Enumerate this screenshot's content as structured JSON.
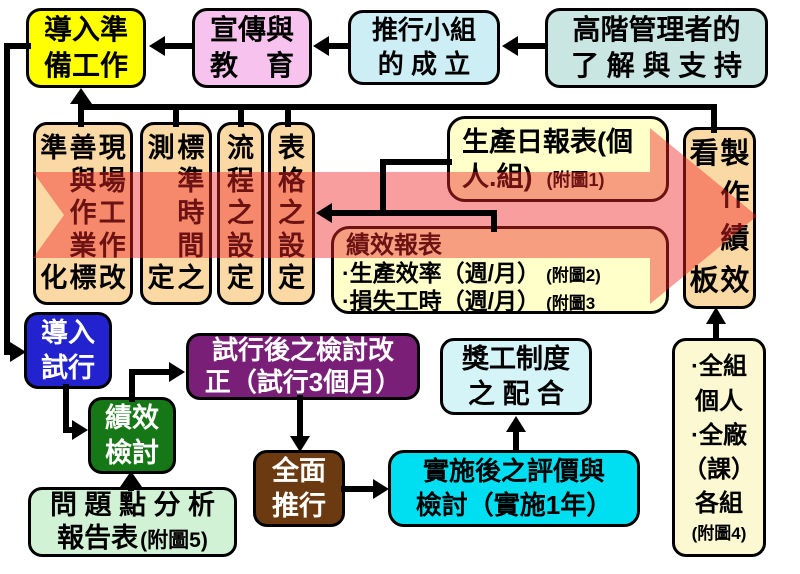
{
  "diagram": {
    "kind": "implementation-flowchart",
    "language": "zh-TW"
  },
  "boxes": {
    "preparation": {
      "lines": [
        "導入準",
        "備工作"
      ]
    },
    "publicity": {
      "lines": [
        "宣傳與",
        "教　育"
      ]
    },
    "team": {
      "lines": [
        "推行小組",
        "的 成 立"
      ]
    },
    "management": {
      "lines": [
        "高階管理者的",
        "了 解 與 支 持"
      ]
    },
    "standardize": {
      "columns": [
        "準化",
        "善與作業標",
        "現場工作改"
      ],
      "reading": "現場工作改善與作業標準化"
    },
    "std_time": {
      "columns": [
        "測定",
        "標準時間之"
      ],
      "reading": "標準時間之測定"
    },
    "process": {
      "columns": [
        "流程之設定"
      ],
      "reading": "流程之設定"
    },
    "forms": {
      "columns": [
        "表格之設定"
      ],
      "reading": "表格之設定"
    },
    "kanban": {
      "columns": [
        "看板",
        "製作績效"
      ],
      "reading": "製作績效看板"
    },
    "daily_report": {
      "line1": "生產日報表(個",
      "line2": "人.組)",
      "note": "(附圖1)"
    },
    "perf_report": {
      "title": "績效報表",
      "items": [
        {
          "text": "·生產效率（週/月）",
          "note": "(附圖2)"
        },
        {
          "text": "·損失工時（週/月）",
          "note": "(附圖3"
        }
      ]
    },
    "pilot": {
      "lines": [
        "導入",
        "試行"
      ]
    },
    "review": {
      "lines": [
        "績效",
        "檢討"
      ]
    },
    "revision": {
      "lines": [
        "試行後之檢討改",
        "正（試行3個月）"
      ]
    },
    "full_rollout": {
      "lines": [
        "全面",
        "推行"
      ]
    },
    "evaluation": {
      "lines": [
        "實施後之評價與",
        "檢討（實施1年）"
      ]
    },
    "incentive": {
      "lines": [
        "獎工制度",
        "之 配 合"
      ]
    },
    "problem_report": {
      "line1": "問 題 點 分 析",
      "line2": "報告表",
      "note": "(附圖5)"
    },
    "scope": {
      "lines": [
        "·全組",
        "個人",
        "·全廠",
        "（課）",
        "各組"
      ],
      "note": "(附圖4)"
    }
  },
  "colors": {
    "preparation_bg": "#ffff00",
    "publicity_bg": "#f7c3ee",
    "team_bg": "#cdeef4",
    "management_bg": "#c9e6e2",
    "task_box_bg": "#fbd9a5",
    "report_bg": "#ffffc9",
    "pilot_bg": "#2222cf",
    "review_bg": "#157715",
    "revision_bg": "#7a1f78",
    "rollout_bg": "#6b3a10",
    "evaluation_bg": "#00dff2",
    "incentive_bg": "#d5f4f8",
    "problem_bg": "#d2f2d6",
    "scope_bg": "#fcf8d2",
    "flow_arrow_fill": "rgba(240,40,40,0.45)",
    "connector": "#000000"
  }
}
